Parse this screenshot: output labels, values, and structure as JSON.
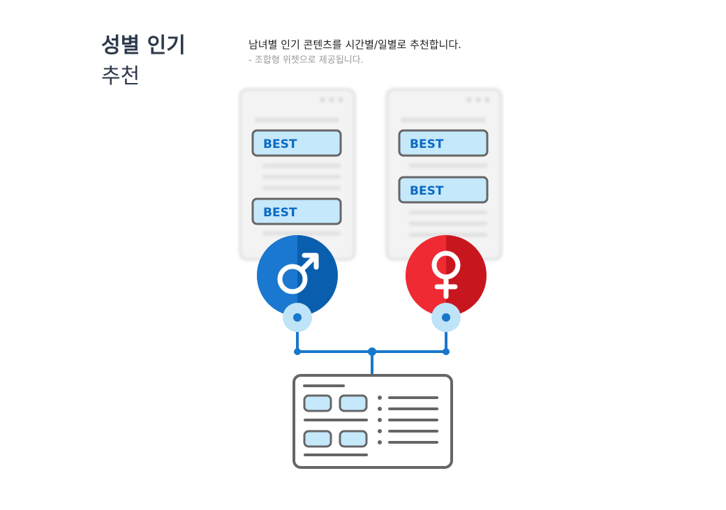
{
  "heading": {
    "line1": "성별 인기",
    "line2": "추천"
  },
  "description": {
    "main": "남녀별 인기 콘텐츠를 시간별/일별로 추천합니다.",
    "sub": "- 조합형 위젯으로 제공됩니다."
  },
  "panels": [
    {
      "gender": "male",
      "gender_symbol": "♂",
      "badges": [
        "BEST",
        "BEST"
      ],
      "circle_colors": [
        "#1a78d0",
        "#0a5eae"
      ]
    },
    {
      "gender": "female",
      "gender_symbol": "♀",
      "badges": [
        "BEST",
        "BEST"
      ],
      "circle_colors": [
        "#ef2a33",
        "#c8161f"
      ]
    }
  ],
  "colors": {
    "connector": "#1877cc",
    "badge_fill": "#c5e8fb",
    "badge_text": "#0a6ac2",
    "outline": "#666666",
    "node_halo": "#bfe3f7"
  },
  "widget": {
    "icon": "combined-widget-icon"
  }
}
